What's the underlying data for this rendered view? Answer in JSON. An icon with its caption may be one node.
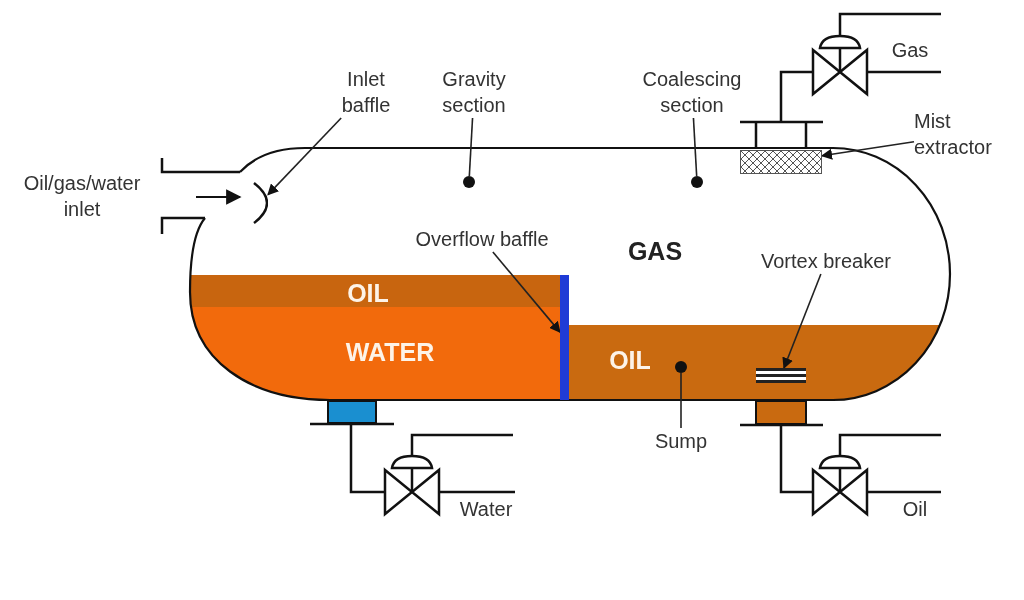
{
  "diagram": {
    "nodes": [
      {
        "text": [
          "Inlet baffle"
        ]
      },
      {
        "text": [],
        "shape": "arc"
      },
      {
        "text": [
          "Gravity section"
        ]
      },
      {
        "text": [],
        "shape": "circle"
      },
      {
        "text": [
          "Coalescing section"
        ]
      },
      {
        "text": [],
        "shape": "circle"
      },
      {
        "text": [
          "Mist extractor"
        ]
      },
      {
        "text": [],
        "shape": "box"
      },
      {
        "text": [
          "Overflow baffle"
        ]
      },
      {
        "text": [],
        "shape": "bar"
      },
      {
        "text": [
          "Vortex breaker"
        ]
      },
      {
        "text": [],
        "shape": "box"
      },
      {
        "text": [
          "Sump"
        ]
      },
      {
        "text": [],
        "shape": "circle"
      }
    ],
    "edges": [
      {
        "from": 0,
        "to": 1,
        "arrow": "to"
      },
      {
        "from": 2,
        "to": 3,
        "arrow": "none"
      },
      {
        "from": 4,
        "to": 5,
        "arrow": "none"
      },
      {
        "from": 6,
        "to": 7,
        "arrow": "to"
      },
      {
        "from": 8,
        "to": 9,
        "arrow": "to"
      },
      {
        "from": 10,
        "to": 11,
        "arrow": "to"
      },
      {
        "from": 12,
        "to": 13,
        "arrow": "none"
      }
    ],
    "labels": [
      "Gas",
      "Oil/gas/water inlet",
      "GAS",
      "OIL",
      "WATER",
      "OIL",
      "Water",
      "Oil"
    ]
  }
}
